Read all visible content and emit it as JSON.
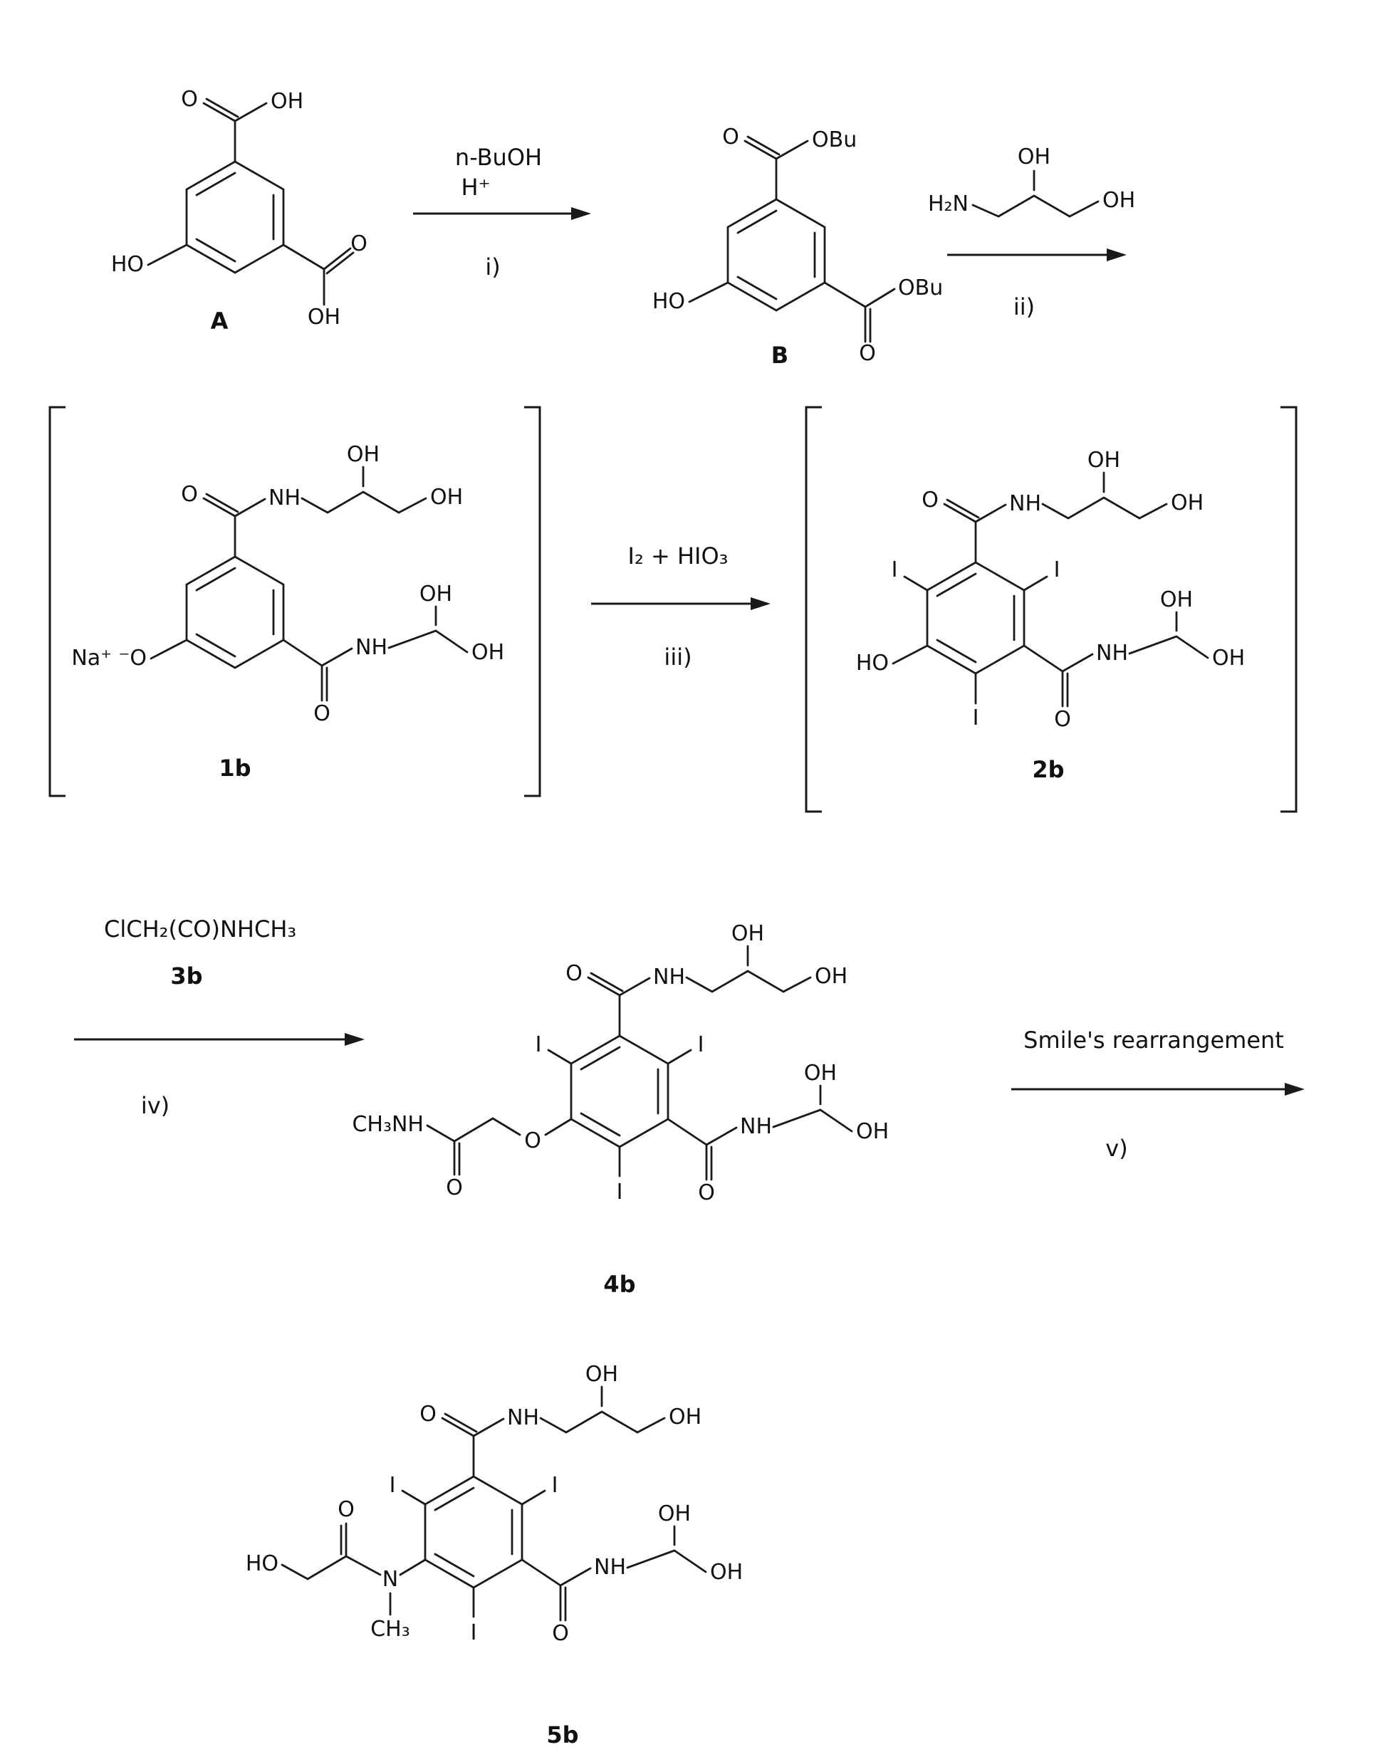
{
  "atoms": {
    "O": "O",
    "OH": "OH",
    "HO": "HO",
    "NH": "NH",
    "N": "N",
    "I": "I",
    "OBu": "OBu",
    "H2N": "H₂N",
    "NaO": "Na⁺ ⁻O",
    "CH3NH": "CH₃NH",
    "CH3": "CH₃"
  },
  "compounds": {
    "A": "A",
    "B": "B",
    "c1b": "1b",
    "c2b": "2b",
    "c3b": "3b",
    "c4b": "4b",
    "c5b": "5b"
  },
  "steps": {
    "i": {
      "reagent1": "n-BuOH",
      "reagent2": "H⁺",
      "label": "i)"
    },
    "ii": {
      "label": "ii)"
    },
    "iii": {
      "reagent": "I₂ + HIO₃",
      "label": "iii)"
    },
    "iv": {
      "reagent": "ClCH₂(CO)NHCH₃",
      "label": "iv)"
    },
    "v": {
      "reagent": "Smile's rearrangement",
      "label": "v)"
    }
  }
}
